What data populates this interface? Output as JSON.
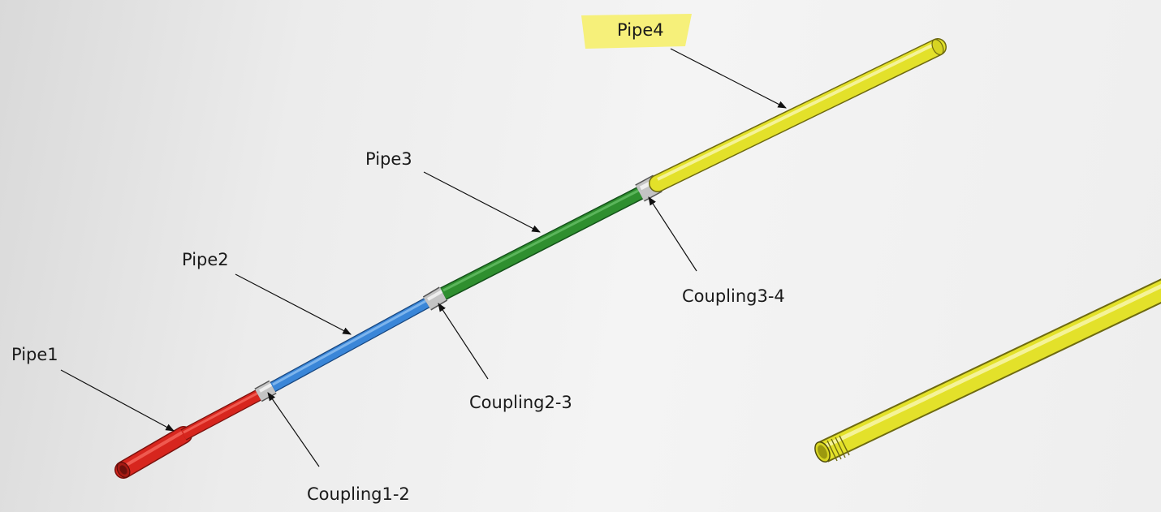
{
  "labels": {
    "pipe1": "Pipe1",
    "pipe2": "Pipe2",
    "pipe3": "Pipe3",
    "pipe4": "Pipe4",
    "coupling12": "Coupling1-2",
    "coupling23": "Coupling2-3",
    "coupling34": "Coupling3-4"
  },
  "colors": {
    "pipe1": "#d7261e",
    "pipe2": "#3a86d8",
    "pipe3": "#2f8f2f",
    "pipe4": "#e3e12a",
    "coupling": "#bdbdbd",
    "highlight": "#f6f07a"
  }
}
